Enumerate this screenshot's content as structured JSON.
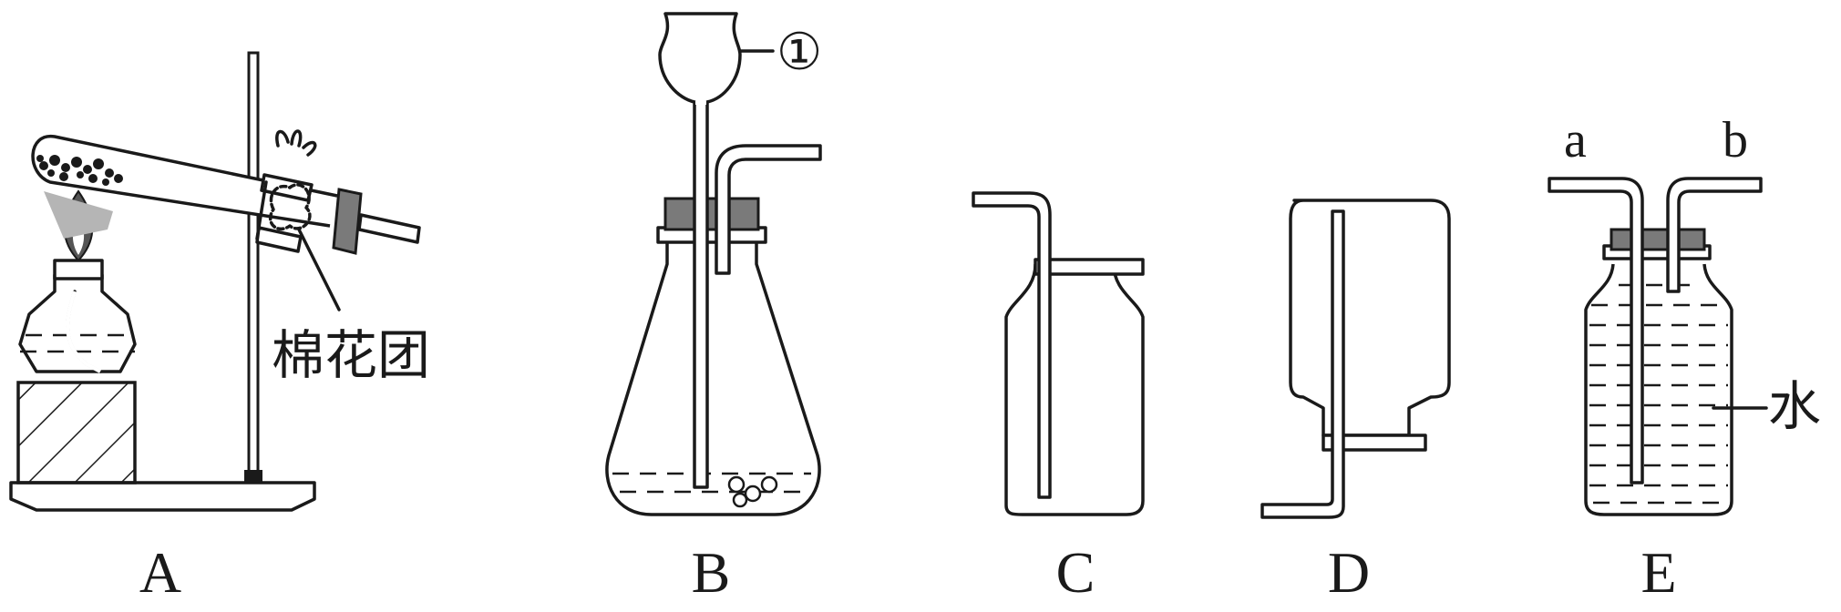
{
  "apparatus": {
    "A": {
      "letter": "A",
      "callout": "棉花团"
    },
    "B": {
      "letter": "B",
      "callout": "①"
    },
    "C": {
      "letter": "C"
    },
    "D": {
      "letter": "D"
    },
    "E": {
      "letter": "E",
      "port_left": "a",
      "port_right": "b",
      "callout": "水"
    }
  }
}
